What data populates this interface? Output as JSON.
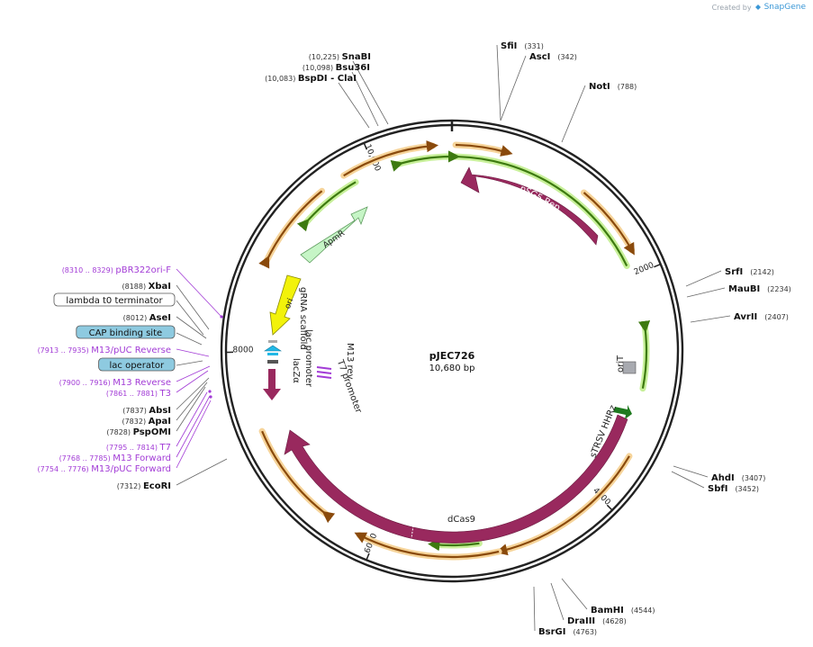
{
  "credit": {
    "prefix": "Created by",
    "brand": "SnapGene"
  },
  "plasmid": {
    "name": "pJEC726",
    "size_label": "10,680 bp",
    "length": 10680
  },
  "ticks": [
    {
      "bp": 2000,
      "label": "2000"
    },
    {
      "bp": 4000,
      "label": "4000"
    },
    {
      "bp": 6000,
      "label": "6000"
    },
    {
      "bp": 8000,
      "label": "8000"
    },
    {
      "bp": 10000,
      "label": "10,000"
    }
  ],
  "right_sites": [
    {
      "name": "SfiI",
      "pos": "(331)"
    },
    {
      "name": "AscI",
      "pos": "(342)"
    },
    {
      "name": "NotI",
      "pos": "(788)"
    },
    {
      "name": "SrfI",
      "pos": "(2142)"
    },
    {
      "name": "MauBI",
      "pos": "(2234)"
    },
    {
      "name": "AvrII",
      "pos": "(2407)"
    },
    {
      "name": "AhdI",
      "pos": "(3407)"
    },
    {
      "name": "SbfI",
      "pos": "(3452)"
    },
    {
      "name": "BamHI",
      "pos": "(4544)"
    },
    {
      "name": "DraIII",
      "pos": "(4628)"
    },
    {
      "name": "BsrGI",
      "pos": "(4763)"
    }
  ],
  "top_left_sites": [
    {
      "name": "SnaBI",
      "pos": "(10,225)"
    },
    {
      "name": "Bsu36I",
      "pos": "(10,098)"
    },
    {
      "name": "BspDI",
      "pos": "(10,083)",
      "extra": "ClaI"
    }
  ],
  "left_labels": [
    {
      "text": "pBR322ori-F",
      "pos": "(8310 .. 8329)",
      "kind": "primer"
    },
    {
      "text": "XbaI",
      "pos": "(8188)",
      "kind": "site"
    },
    {
      "text": "lambda t0 terminator",
      "pos": "",
      "kind": "terminator"
    },
    {
      "text": "AseI",
      "pos": "(8012)",
      "kind": "site"
    },
    {
      "text": "CAP binding site",
      "pos": "",
      "kind": "box"
    },
    {
      "text": "M13/pUC Reverse",
      "pos": "(7913 .. 7935)",
      "kind": "primer"
    },
    {
      "text": "lac operator",
      "pos": "",
      "kind": "box"
    },
    {
      "text": "M13 Reverse",
      "pos": "(7900 .. 7916)",
      "kind": "primer"
    },
    {
      "text": "T3",
      "pos": "(7861 .. 7881)",
      "kind": "primer"
    },
    {
      "text": "AbsI",
      "pos": "(7837)",
      "kind": "site"
    },
    {
      "text": "ApaI",
      "pos": "(7832)",
      "kind": "site"
    },
    {
      "text": "PspOMI",
      "pos": "(7828)",
      "kind": "site"
    },
    {
      "text": "T7",
      "pos": "(7795 .. 7814)",
      "kind": "primer"
    },
    {
      "text": "M13 Forward",
      "pos": "(7768 .. 7785)",
      "kind": "primer"
    },
    {
      "text": "M13/pUC Forward",
      "pos": "(7754 .. 7776)",
      "kind": "primer"
    },
    {
      "text": "EcoRI",
      "pos": "(7312)",
      "kind": "site"
    }
  ],
  "features": {
    "pSG5_Rep": "pSG5 Rep",
    "ApmR": "ApmR",
    "ori": "ori",
    "gRNA_scaffold": "gRNA scaffold",
    "lac_promoter": "lac promoter",
    "lacZa": "lacZα",
    "M13_rev": "M13 rev",
    "T7_promoter": "T7 promoter",
    "oriT": "oriT",
    "sTRSV_HHRz": "sTRSV HHRz",
    "dCas9": "dCas9"
  },
  "colors": {
    "backbone": "#222222",
    "feature_maroon": "#99295e",
    "primer_green": "#5a9e1a",
    "orange_track": "#c8821e",
    "orange_glow": "#f6d49a",
    "ori_yellow": "#f2f20a",
    "apmr_green": "#c6f5c6",
    "site_purple": "#a23bd6",
    "box_blue": "#8ecae0",
    "promoter_cyan": "#22b8e6",
    "grey_box": "#a8aab0",
    "dark_green": "#1f7a1f"
  }
}
